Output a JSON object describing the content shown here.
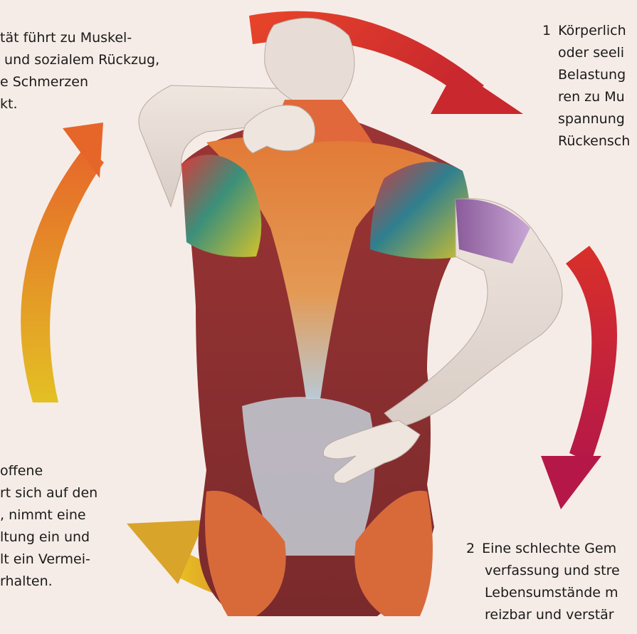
{
  "image_alt": "Illustration of the back muscles of a man holding his neck and lower back",
  "colors": {
    "background": "#f6ece7",
    "arrow_top": [
      "#e8452a",
      "#c9282e"
    ],
    "arrow_right": [
      "#d8302a",
      "#b51848"
    ],
    "arrow_bottom": [
      "#b81850",
      "#e8c022"
    ],
    "arrow_left": [
      "#e3a824",
      "#e6662a"
    ]
  },
  "texts": {
    "top_left": {
      "lines": [
        "tät führt zu Muskel-",
        " und sozialem Rückzug,",
        "e Schmerzen",
        "kt."
      ]
    },
    "top_right": {
      "number": "1",
      "lines": [
        "Körperlich",
        "oder seeli",
        "Belastung",
        "ren zu Mu",
        "spannung",
        "Rückensch"
      ]
    },
    "bottom_left": {
      "lines": [
        "offene",
        "rt sich auf den",
        ", nimmt eine",
        "ltung ein und",
        "lt ein Vermei-",
        "rhalten."
      ]
    },
    "bottom_right": {
      "number": "2",
      "lines": [
        "Eine schlechte Gem",
        "verfassung und stre",
        "Lebensumstände m",
        "reizbar und verstär"
      ]
    }
  }
}
